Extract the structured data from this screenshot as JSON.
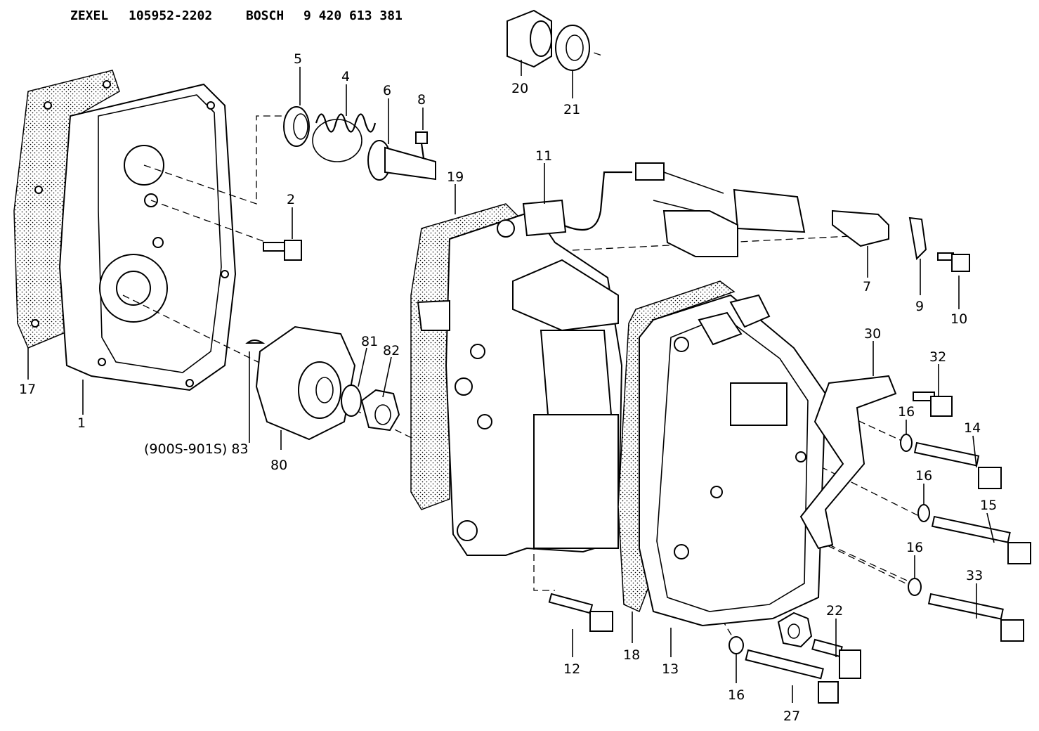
{
  "header": {
    "maker1": "ZEXEL",
    "partno1": "105952-2202",
    "maker2": "BOSCH",
    "partno2": "9 420 613 381"
  },
  "callouts": {
    "c1": "1",
    "c2": "2",
    "c4": "4",
    "c5": "5",
    "c6": "6",
    "c7": "7",
    "c8": "8",
    "c9": "9",
    "c10": "10",
    "c11": "11",
    "c12": "12",
    "c13": "13",
    "c14": "14",
    "c15": "15",
    "c16a": "16",
    "c16b": "16",
    "c16c": "16",
    "c16d": "16",
    "c17": "17",
    "c18": "18",
    "c19": "19",
    "c20": "20",
    "c21": "21",
    "c22": "22",
    "c27": "27",
    "c30": "30",
    "c32": "32",
    "c33": "33",
    "c80": "80",
    "c81": "81",
    "c82": "82",
    "c83": "(900S-901S) 83"
  }
}
